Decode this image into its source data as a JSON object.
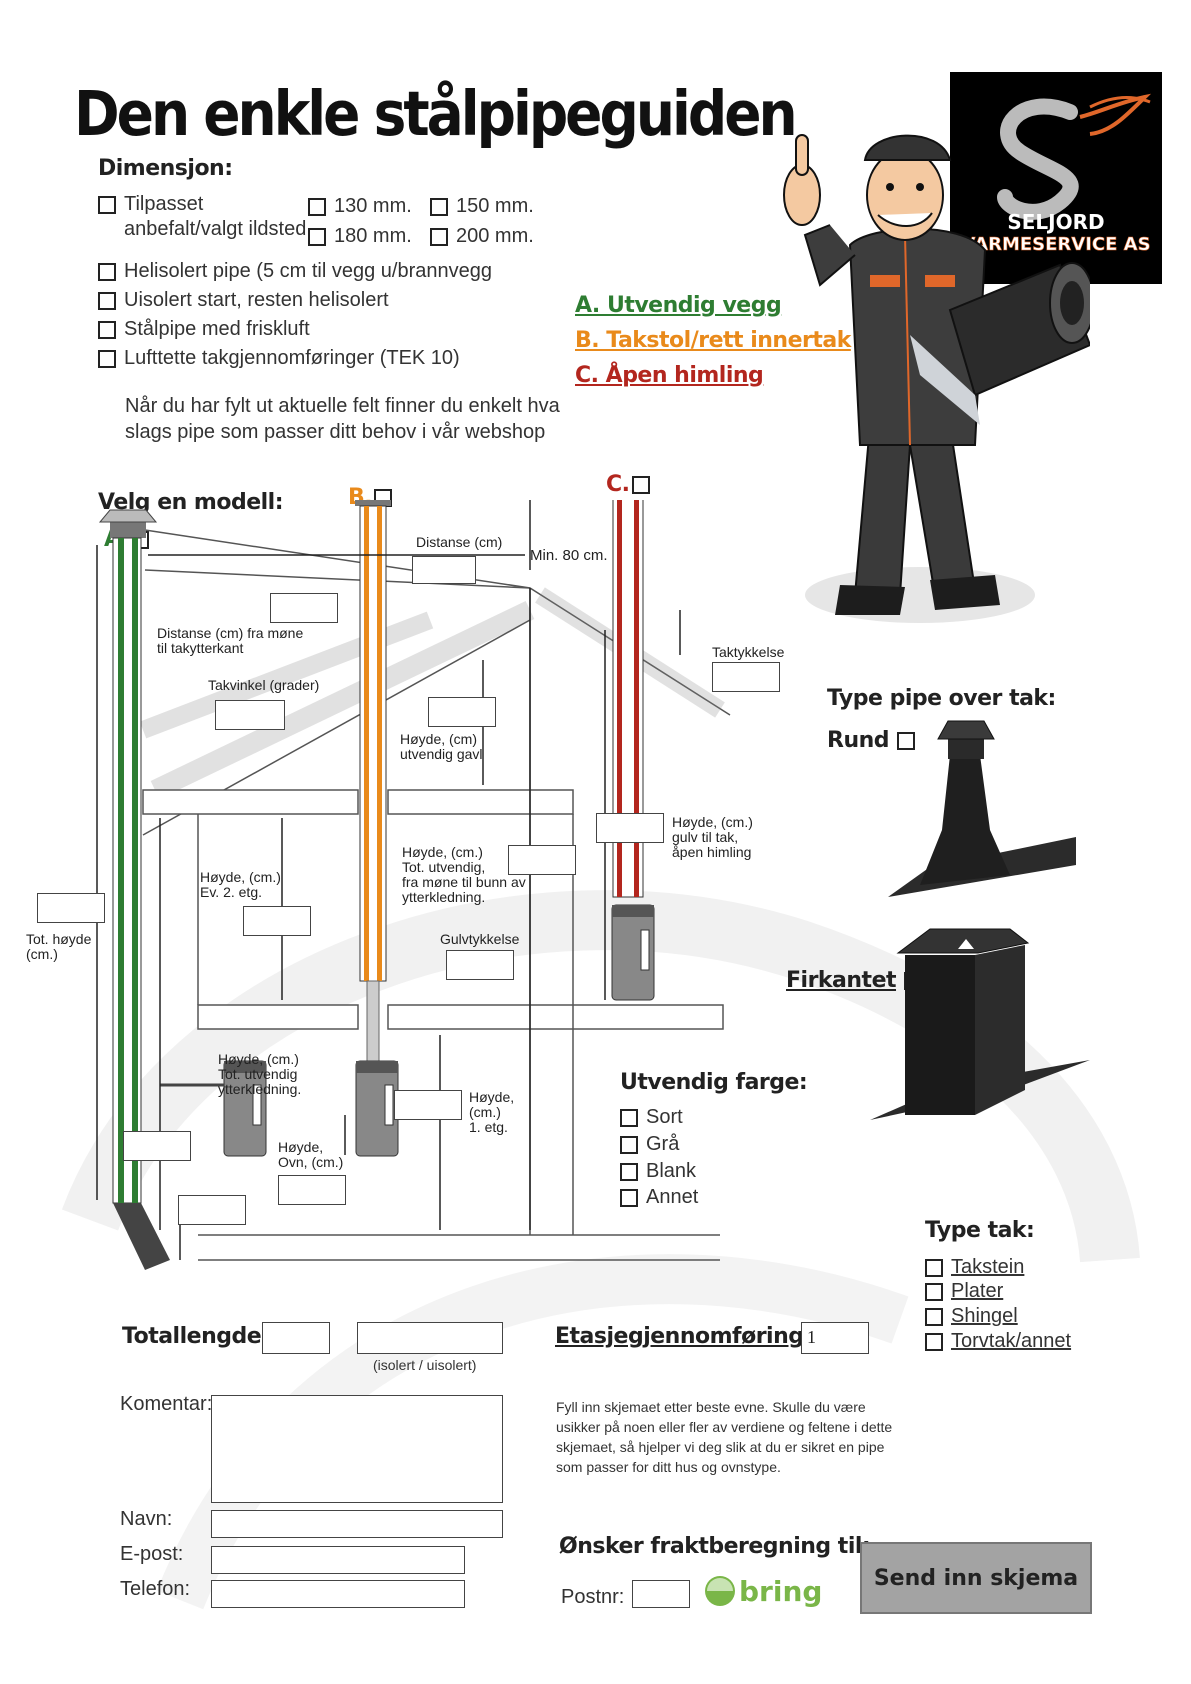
{
  "title": "Den enkle stålpipeguiden",
  "logo": {
    "line1": "SELJORD",
    "line2": "VARMESERVICE AS"
  },
  "dimension": {
    "heading": "Dimensjon:",
    "fitted_line1": "Tilpasset",
    "fitted_line2": "anbefalt/valgt ildsted",
    "sizes": [
      "130 mm.",
      "150 mm.",
      "180 mm.",
      "200 mm."
    ],
    "options": [
      "Helisolert pipe (5 cm til vegg u/brannvegg",
      "Uisolert start, resten helisolert",
      "Stålpipe med friskluft",
      "Lufttette takgjennomføringer (TEK 10)"
    ],
    "info_line1": "Når du har fylt ut aktuelle felt finner du enkelt hva",
    "info_line2": "slags pipe som passer ditt behov i vår webshop"
  },
  "placements": {
    "a": "A. Utvendig vegg",
    "b": "B. Takstol/rett innertak",
    "c": "C. Åpen himling"
  },
  "model": {
    "heading": "Velg en modell:",
    "a": "A.",
    "b": "B.",
    "c": "C."
  },
  "diagram": {
    "distance": "Distanse (cm)",
    "min80": "Min. 80 cm.",
    "ridge_distance_1": "Distanse (cm) fra møne",
    "ridge_distance_2": "til takytterkant",
    "roof_angle": "Takvinkel (grader)",
    "roof_thickness": "Taktykkelse",
    "gable_1": "Høyde, (cm)",
    "gable_2": "utvendig gavl",
    "floor_to_roof_1": "Høyde, (cm.)",
    "floor_to_roof_2": "gulv til tak,",
    "floor_to_roof_3": "åpen himling",
    "second_floor_1": "Høyde, (cm.)",
    "second_floor_2": "Ev. 2. etg.",
    "total_from_ridge_1": "Høyde, (cm.)",
    "total_from_ridge_2": "Tot. utvendig,",
    "total_from_ridge_3": "fra møne til bunn av",
    "total_from_ridge_4": "ytterkledning.",
    "floor_thickness": "Gulvtykkelse",
    "total_height_1": "Tot. høyde",
    "total_height_2": "(cm.)",
    "cladding_1": "Høyde, (cm.)",
    "cladding_2": "Tot. utvendig",
    "cladding_3": "ytterkledning.",
    "first_floor_1": "Høyde,",
    "first_floor_2": "(cm.)",
    "first_floor_3": "1. etg.",
    "stove_1": "Høyde,",
    "stove_2": "Ovn, (cm.)"
  },
  "pipe_type": {
    "heading": "Type pipe over tak:",
    "round": "Rund",
    "square": "Firkantet"
  },
  "color": {
    "heading": "Utvendig farge:",
    "options": [
      "Sort",
      "Grå",
      "Blank",
      "Annet"
    ]
  },
  "roof": {
    "heading": "Type tak:",
    "options": [
      "Takstein",
      "Plater",
      "Shingel",
      "Torvtak/annet"
    ]
  },
  "form": {
    "total_length": "Totallengde:",
    "insulated_note": "(isolert / uisolert)",
    "floor_passes": "Etasjegjennomføringer:",
    "floor_passes_value": "1",
    "comment": "Komentar:",
    "name": "Navn:",
    "email": "E-post:",
    "phone": "Telefon:",
    "help_1": "Fyll inn skjemaet etter beste evne. Skulle du være",
    "help_2": "usikker på noen eller fler av verdiene og feltene i dette",
    "help_3": "skjemaet, så hjelper vi deg slik at du er sikret en pipe",
    "help_4": "som passer for ditt hus og ovnstype.",
    "freight": "Ønsker fraktberegning til:",
    "postnr": "Postnr:",
    "carrier": "bring",
    "submit": "Send inn skjema"
  },
  "colors": {
    "green": "#2e7d32",
    "orange": "#e98a1b",
    "red": "#b3261e",
    "logo_bg": "#000000",
    "button": "#a3a3a3"
  }
}
